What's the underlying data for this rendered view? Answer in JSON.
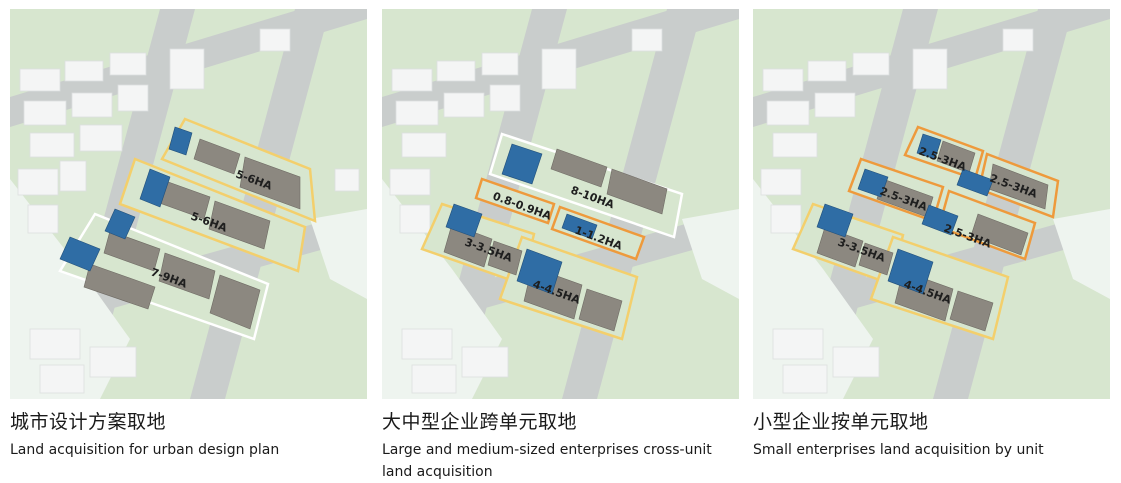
{
  "panels": [
    {
      "title_cn": "城市设计方案取地",
      "title_en": "Land acquisition for urban design plan",
      "plots": [
        {
          "label": "5-6HA",
          "outline": "yellow"
        },
        {
          "label": "5-6HA",
          "outline": "yellow"
        },
        {
          "label": "7-9HA",
          "outline": "white"
        }
      ]
    },
    {
      "title_cn": "大中型企业跨单元取地",
      "title_en": "Large and medium-sized enterprises cross-unit land acquisition",
      "plots": [
        {
          "label": "8-10HA",
          "outline": "white"
        },
        {
          "label": "0.8-0.9HA",
          "outline": "orange"
        },
        {
          "label": "1-1.2HA",
          "outline": "orange"
        },
        {
          "label": "3-3.5HA",
          "outline": "yellow"
        },
        {
          "label": "4-4.5HA",
          "outline": "yellow"
        }
      ]
    },
    {
      "title_cn": "小型企业按单元取地",
      "title_en": "Small enterprises land acquisition by unit",
      "plots": [
        {
          "label": "2.5-3HA",
          "outline": "orange"
        },
        {
          "label": "2.5-3HA",
          "outline": "orange"
        },
        {
          "label": "2.5-3HA",
          "outline": "orange"
        },
        {
          "label": "2.5-3HA",
          "outline": "orange"
        },
        {
          "label": "3-3.5HA",
          "outline": "yellow"
        },
        {
          "label": "4-4.5HA",
          "outline": "yellow"
        }
      ]
    }
  ],
  "colors": {
    "grass": "#d7e6cf",
    "road": "#c9cdcc",
    "water": "#eef4ef",
    "building_white": "#f4f5f5",
    "building_grey": "#8c8880",
    "building_blue": "#2f6da5",
    "outline_yellow": "#f3cf6c",
    "outline_orange": "#ee9a3c",
    "outline_white": "#ffffff"
  }
}
